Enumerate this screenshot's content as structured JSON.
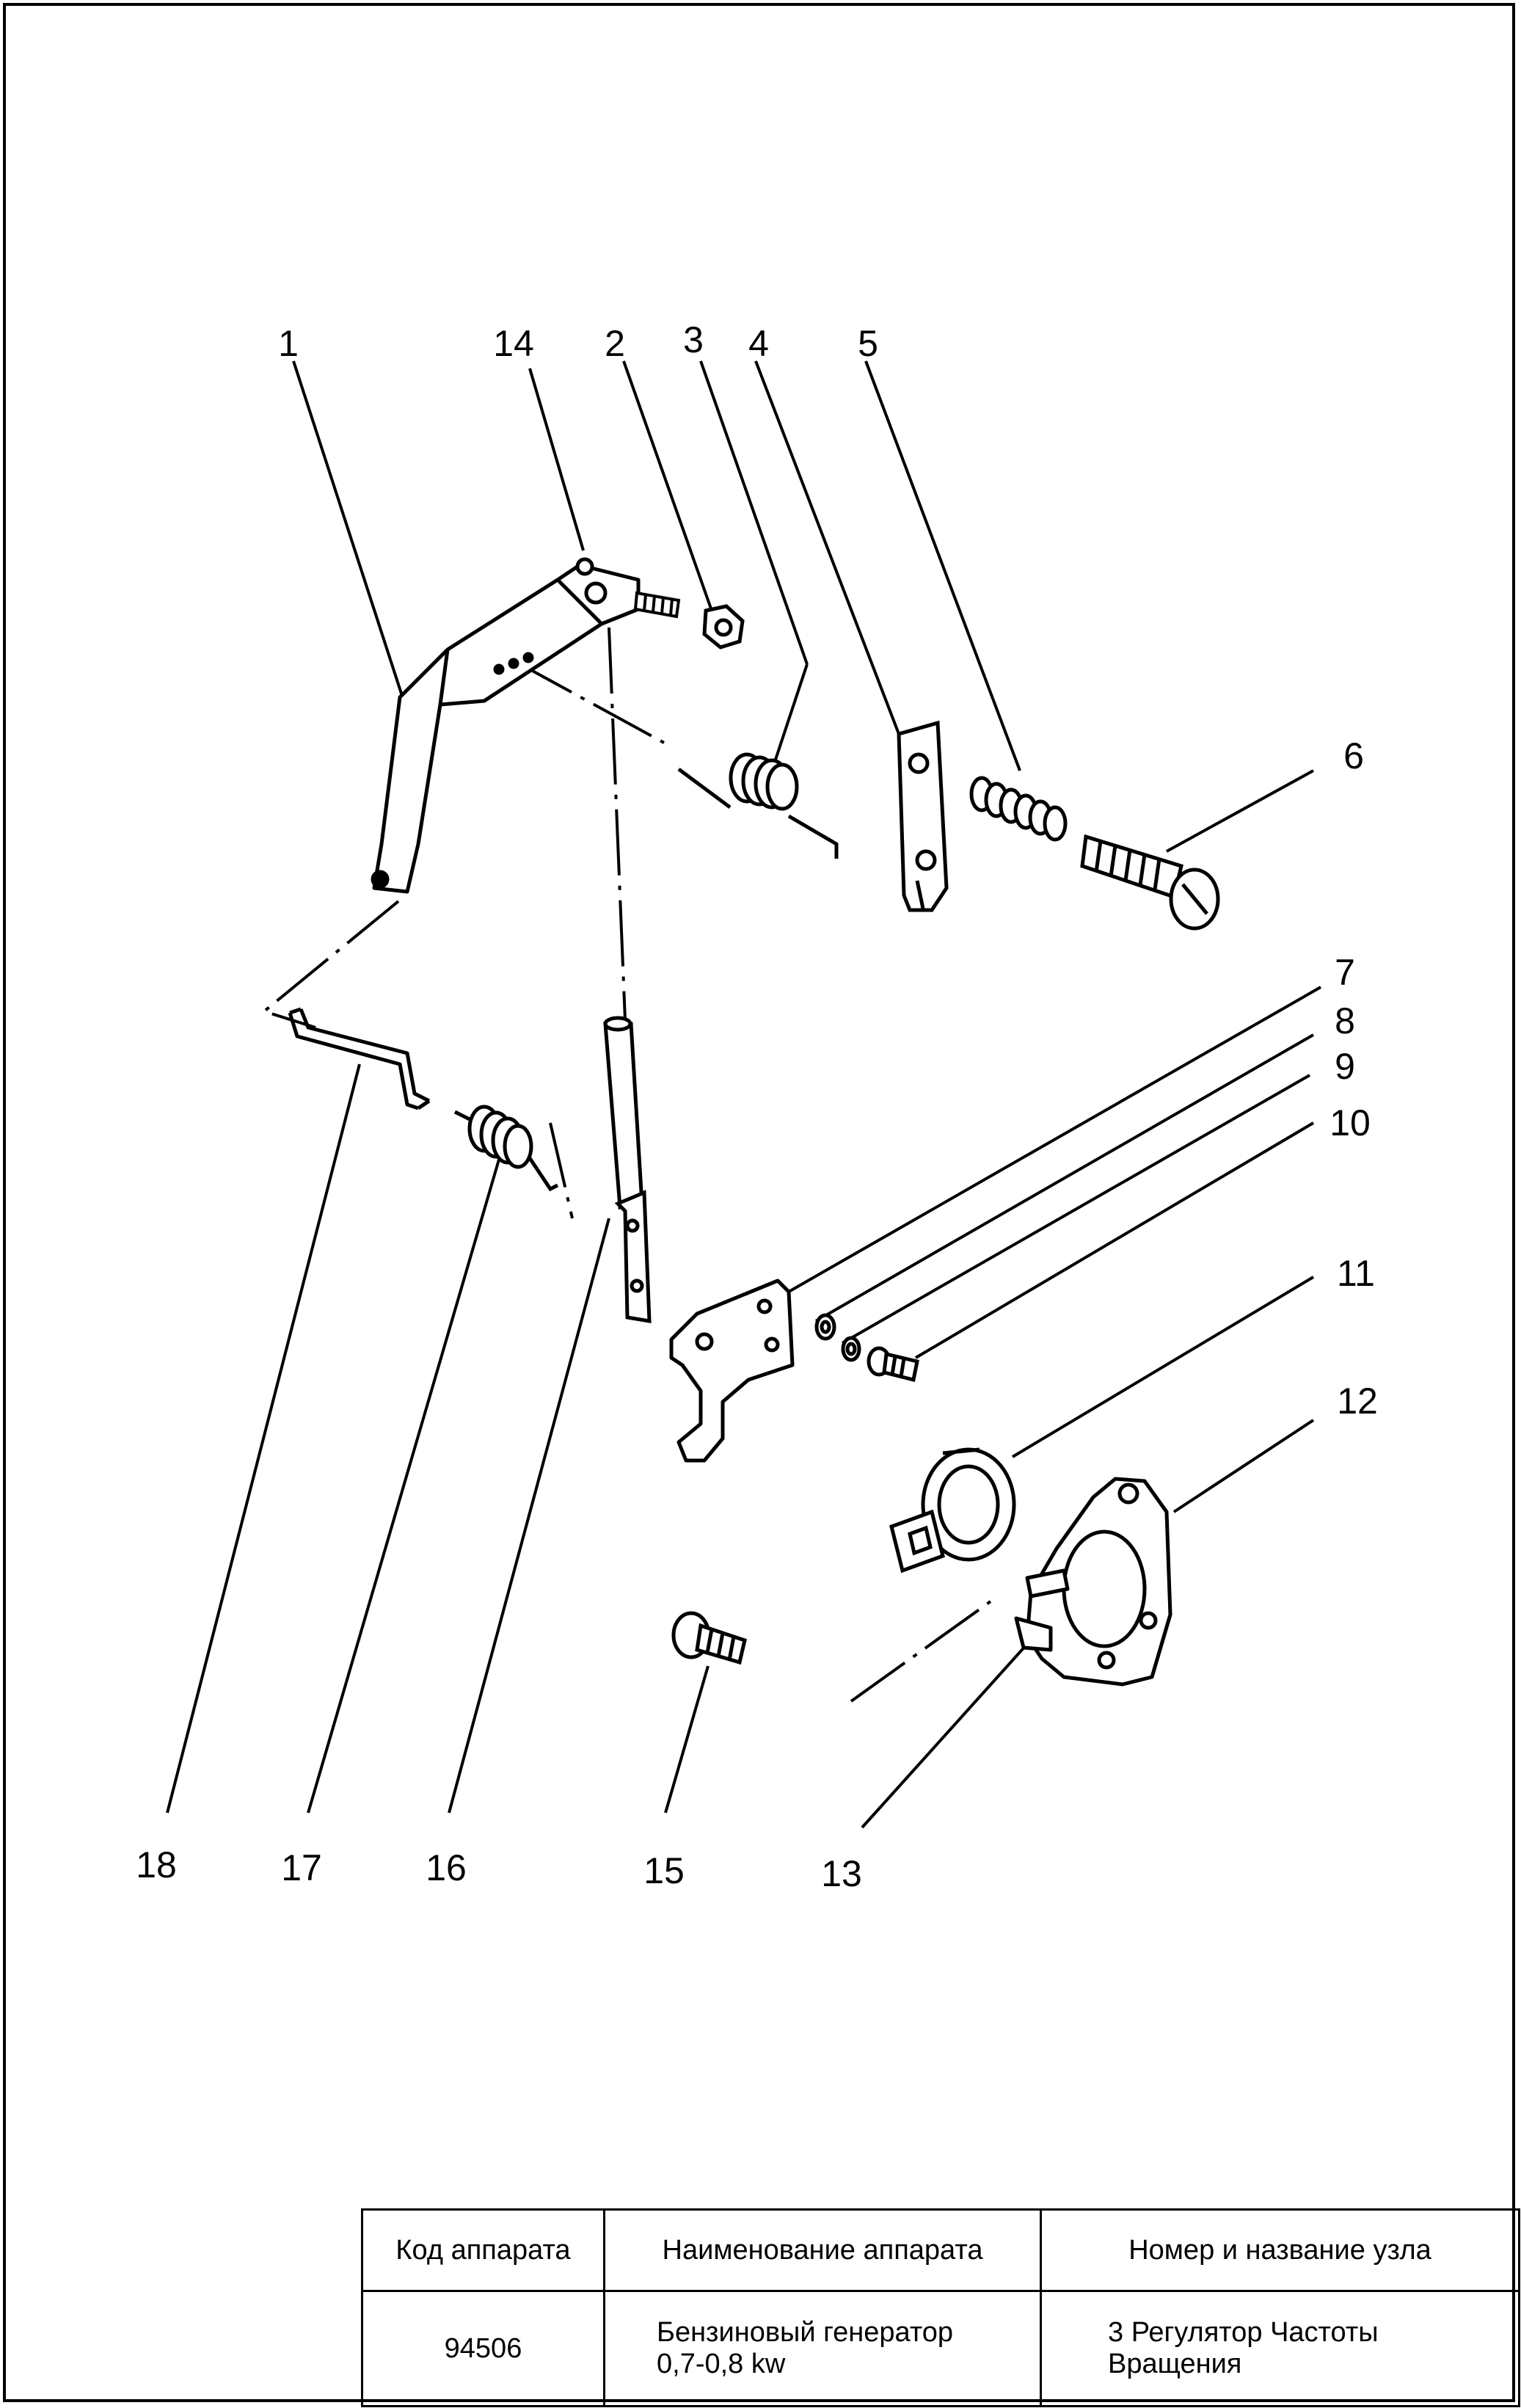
{
  "callouts": [
    "1",
    "14",
    "2",
    "3",
    "4",
    "5",
    "6",
    "7",
    "8",
    "9",
    "10",
    "11",
    "12",
    "13",
    "15",
    "16",
    "17",
    "18"
  ],
  "title_block": {
    "headers": {
      "code": "Код аппарата",
      "name": "Наименование аппарата",
      "node": "Номер и название узла"
    },
    "values": {
      "code": "94506",
      "name_line1": "Бензиновый генератор",
      "name_line2": "0,7-0,8 kw",
      "node_line1": "3 Регулятор Частоты",
      "node_line2": "Вращения"
    }
  }
}
